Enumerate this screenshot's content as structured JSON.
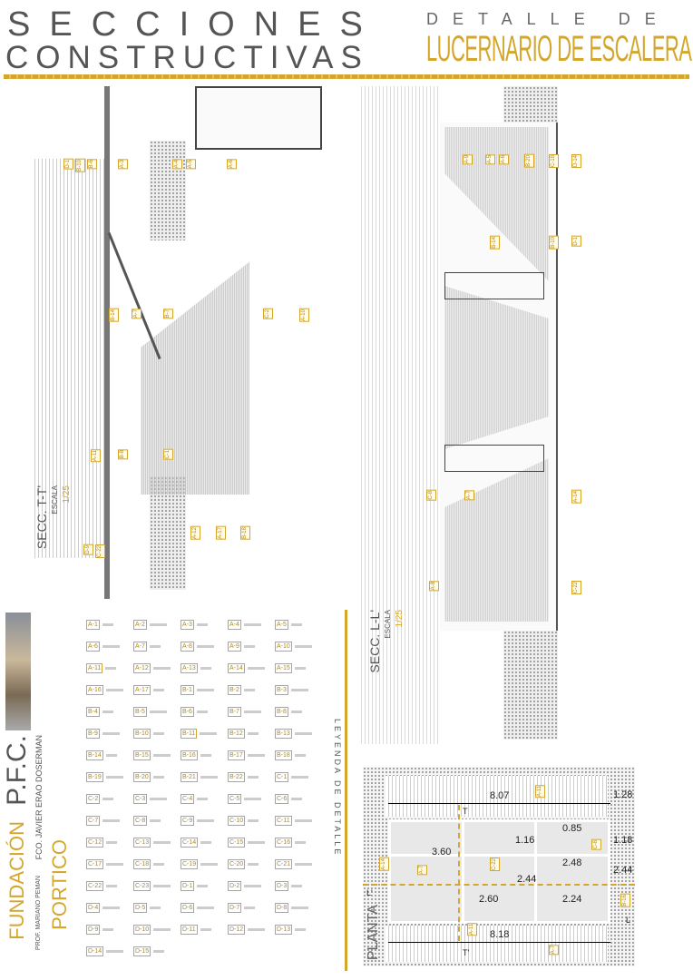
{
  "header": {
    "line1": "SECCIONES",
    "line2": "CONSTRUCTIVAS",
    "sub1": "DETALLE DE",
    "sub2": "LUCERNARIO DE ESCALERA"
  },
  "sections": {
    "left": {
      "title": "SECC. T-T'",
      "scale_label": "ESCALA",
      "scale": "1/25",
      "tags": [
        "D-1",
        "B-10",
        "B-6",
        "A-3",
        "A-4",
        "A-5",
        "A-6",
        "B-14",
        "A-7",
        "B-7",
        "C-2",
        "A-10",
        "A-11",
        "B-8",
        "C-1",
        "A-12",
        "A-17",
        "B-18",
        "D-9",
        "C-22"
      ]
    },
    "right": {
      "title": "SECC. L-L'",
      "scale_label": "ESCALA",
      "scale": "1/25",
      "tags": [
        "A-9",
        "A-5",
        "A-6",
        "B-20",
        "C-18",
        "D-14",
        "B-14",
        "B-10",
        "D-1",
        "C-8",
        "A-7",
        "A-14",
        "A-8",
        "C-22"
      ]
    }
  },
  "plan": {
    "title": "PLANTA",
    "dims": [
      "8.07",
      "8.18",
      "3.60",
      "2.60",
      "2.44",
      "1.16",
      "0.85",
      "2.48",
      "2.24",
      "1.28",
      "1.18",
      "2.44"
    ],
    "tags": [
      "A-11",
      "A-7",
      "C-22",
      "C-8",
      "A-14",
      "B-16",
      "A-11",
      "A-7"
    ],
    "cut_labels": [
      "T",
      "T'",
      "L",
      "L'"
    ]
  },
  "legend": {
    "title": "LEYENDA DE DETALLE",
    "codes": [
      "A-1",
      "A-2",
      "A-3",
      "A-4",
      "A-5",
      "A-6",
      "A-7",
      "A-8",
      "A-9",
      "A-10",
      "A-11",
      "A-12",
      "A-13",
      "A-14",
      "A-15",
      "A-16",
      "A-17",
      "B-1",
      "B-2",
      "B-3",
      "B-4",
      "B-5",
      "B-6",
      "B-7",
      "B-8",
      "B-9",
      "B-10",
      "B-11",
      "B-12",
      "B-13",
      "B-14",
      "B-15",
      "B-16",
      "B-17",
      "B-18",
      "B-19",
      "B-20",
      "B-21",
      "B-22",
      "C-1",
      "C-2",
      "C-3",
      "C-4",
      "C-5",
      "C-6",
      "C-7",
      "C-8",
      "C-9",
      "C-10",
      "C-11",
      "C-12",
      "C-13",
      "C-14",
      "C-15",
      "C-16",
      "C-17",
      "C-18",
      "C-19",
      "C-20",
      "C-21",
      "C-22",
      "C-23",
      "D-1",
      "D-2",
      "D-3",
      "D-4",
      "D-5",
      "D-6",
      "D-7",
      "D-8",
      "D-9",
      "D-10",
      "D-11",
      "D-12",
      "D-13",
      "D-14",
      "D-15"
    ]
  },
  "footer": {
    "pfc": "P.F.C.",
    "author": "FCO. JAVIER ERAO DOSERMAN",
    "foundation": "FUNDACIÓN",
    "portico": "PORTICO",
    "prof": "PROF. MARIANO PEMAN"
  },
  "colors": {
    "accent": "#d4a72c",
    "text": "#555555"
  }
}
